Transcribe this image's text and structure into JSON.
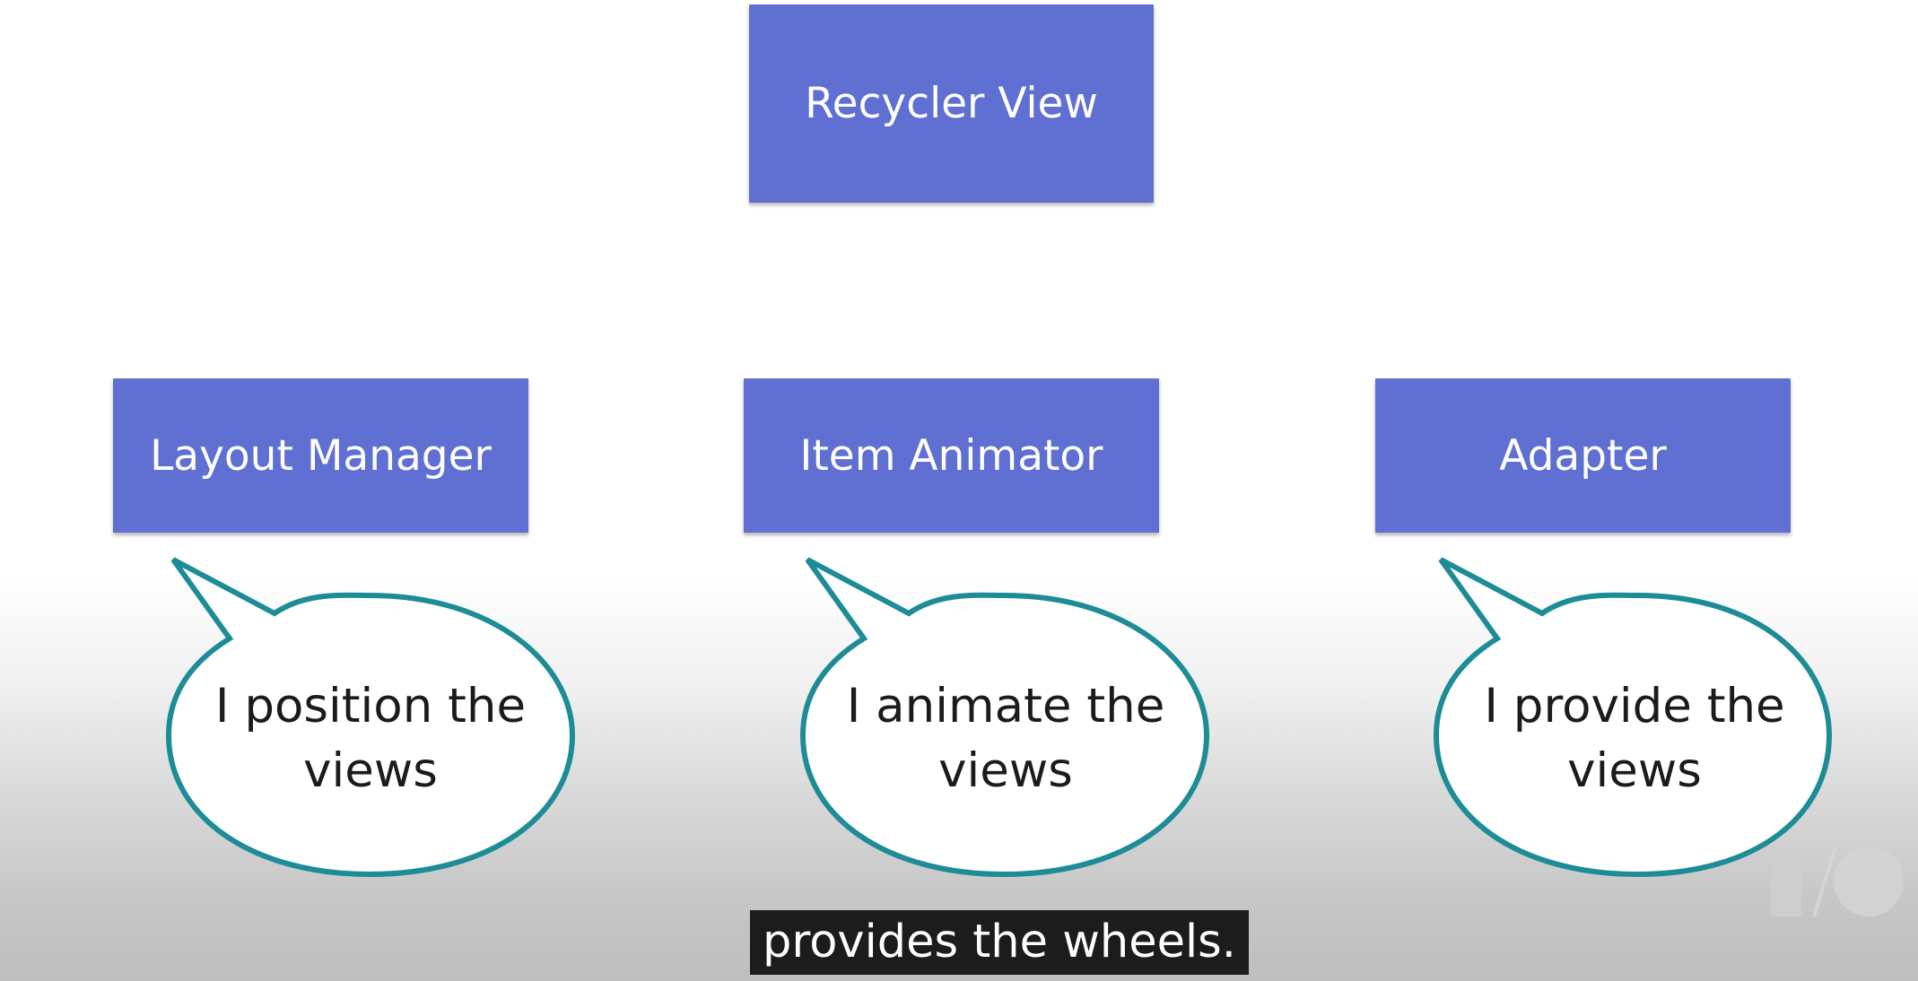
{
  "diagram": {
    "root": {
      "label": "Recycler View"
    },
    "children": [
      {
        "label": "Layout Manager",
        "bubble": [
          "I position the",
          "views"
        ]
      },
      {
        "label": "Item Animator",
        "bubble": [
          "I animate the",
          "views"
        ]
      },
      {
        "label": "Adapter",
        "bubble": [
          "I provide the",
          "views"
        ]
      }
    ]
  },
  "caption": {
    "text": "provides the wheels."
  },
  "colors": {
    "box": "#5f6fd2",
    "bubble_outline": "#1d8c97",
    "caption_bg": "#1c1c1c"
  },
  "watermark": {
    "icon": "io-logo-icon"
  }
}
